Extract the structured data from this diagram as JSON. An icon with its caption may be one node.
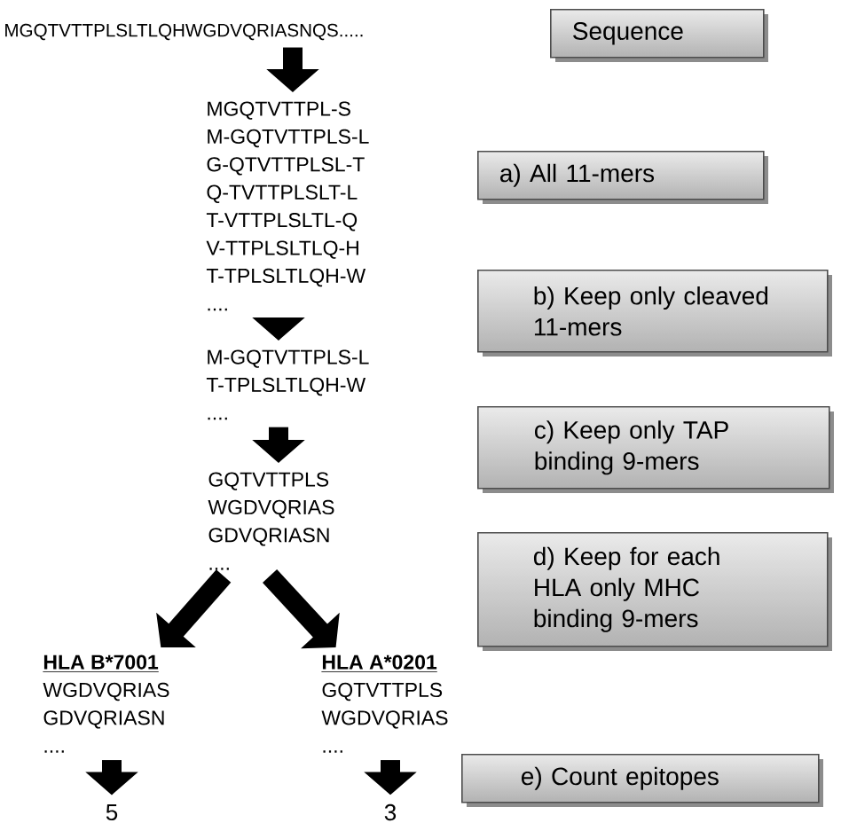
{
  "diagram": {
    "nodes": [
      {
        "text": [
          "MGQTVTTPLSLTLQHWGDVQRIASNQS....."
        ]
      },
      {
        "text": [
          "MGQTVTTPL-S",
          "M-GQTVTTPLS-L",
          "G-QTVTTPLSL-T",
          "Q-TVTTPLSLT-L",
          "T-VTTPLSLTL-Q",
          "V-TTPLSLTLQ-H",
          "T-TPLSLTLQH-W",
          "...."
        ]
      },
      {
        "text": [
          "M-GQTVTTPLS-L",
          "T-TPLSLTLQH-W",
          "...."
        ]
      },
      {
        "text": [
          "GQTVTTPLS",
          "WGDVQRIAS",
          "GDVQRIASN",
          "...."
        ]
      },
      {
        "text": [
          "HLA B*7001",
          "WGDVQRIAS",
          "GDVQRIASN",
          "...."
        ]
      },
      {
        "text": [
          "HLA A*0201",
          "GQTVTTPLS",
          "WGDVQRIAS",
          "...."
        ]
      },
      {
        "text": [
          "5"
        ]
      },
      {
        "text": [
          "3"
        ]
      },
      {
        "text": [
          "Sequence"
        ]
      },
      {
        "text": [
          "a) All 11-mers"
        ]
      },
      {
        "text": [
          "b) Keep only cleaved 11-mers"
        ]
      },
      {
        "text": [
          "c) Keep only TAP binding 9-mers"
        ]
      },
      {
        "text": [
          "d) Keep for each HLA only MHC binding 9-mers"
        ]
      },
      {
        "text": [
          "e) Count epitopes"
        ]
      }
    ],
    "edges": [
      {
        "from": 0,
        "to": 1,
        "arrow": "to"
      },
      {
        "from": 1,
        "to": 2,
        "arrow": "to"
      },
      {
        "from": 2,
        "to": 3,
        "arrow": "to"
      },
      {
        "from": 3,
        "to": 4,
        "arrow": "to"
      },
      {
        "from": 3,
        "to": 5,
        "arrow": "to"
      },
      {
        "from": 4,
        "to": 6,
        "arrow": "to"
      },
      {
        "from": 5,
        "to": 7,
        "arrow": "to"
      }
    ]
  }
}
